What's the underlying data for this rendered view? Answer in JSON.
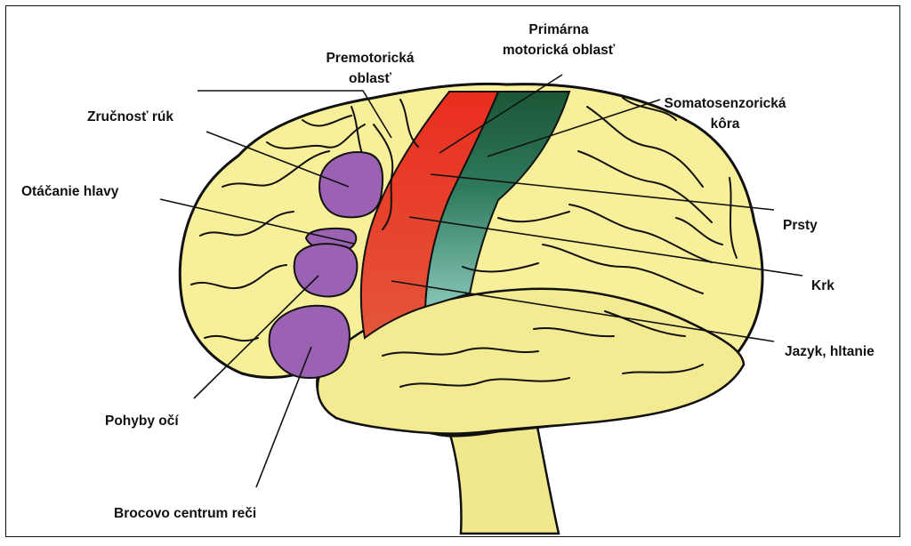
{
  "labels": {
    "premotor_line1": "Premotorická",
    "premotor_line2": "oblasť",
    "primary_line1": "Primárna",
    "primary_line2": "motorická oblasť",
    "somato_line1": "Somatosenzorická",
    "somato_line2": "kôra",
    "hand_skill": "Zručnosť rúk",
    "head_turn": "Otáčanie hlavy",
    "eye_movement": "Pohyby očí",
    "broca": "Brocovo centrum reči",
    "fingers": "Prsty",
    "neck": "Krk",
    "tongue": "Jazyk, hltanie"
  },
  "colors": {
    "brain": "#f7ef9a",
    "brain_dark": "#e8dc7c",
    "motor_strip": "#e8341f",
    "sensory_strip_top": "#1f5c3c",
    "sensory_strip_bottom": "#7fc1b2",
    "purple_regions": "#9b62b3",
    "outline": "#111111"
  }
}
